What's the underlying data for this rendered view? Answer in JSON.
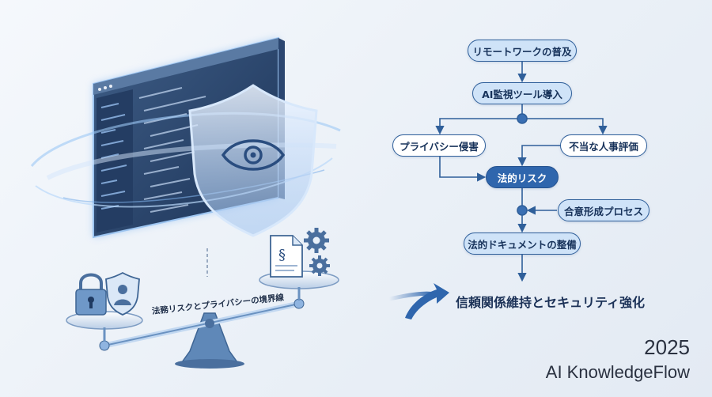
{
  "flow": {
    "n1": "リモートワークの普及",
    "n2": "AI監視ツール導入",
    "n3": "プライバシー侵害",
    "n4": "不当な人事評価",
    "n5": "法的リスク",
    "n6": "合意形成プロセス",
    "n7": "法的ドキュメントの整備",
    "conclusion": "信頼関係維持とセキュリティ強化"
  },
  "balance": {
    "label": "法務リスクとプライバシーの境界線"
  },
  "footer": {
    "year": "2025",
    "brand": "AI KnowledgeFlow"
  },
  "colors": {
    "node_border": "#2f5f9a",
    "node_fill": "#cfe3f8",
    "accent": "#2f66ad",
    "line": "#2f5f9a"
  }
}
